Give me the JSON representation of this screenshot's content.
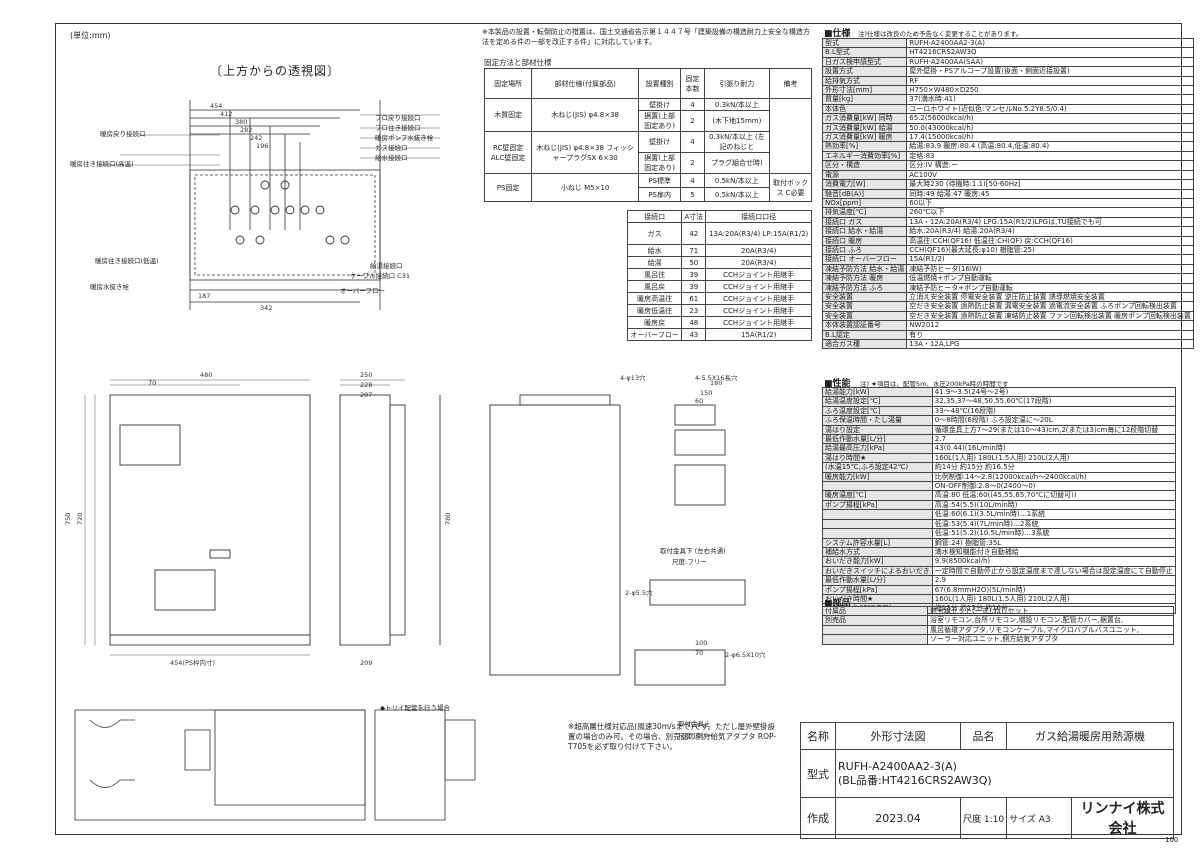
{
  "page": {
    "unit_note": "(単位:mm)",
    "page_number": "100",
    "notice": "※本製品の設置・転倒防止の措置は、国土交通省告示第１４４７号「建築設備の構造耐力上安全な構造方法を定める件の一部を改正する件」に対応しています。",
    "top_view_title": "〔上方からの透視図〕"
  },
  "fixing": {
    "title": "固定方法と部材仕様",
    "headers": [
      "固定場所",
      "部材仕様(付属部品)",
      "設置種別",
      "固定本数",
      "引張り耐力",
      "備考"
    ],
    "rows": [
      [
        "木質固定",
        "木ねじ(JIS) φ4.8×38",
        "壁掛け",
        "4",
        "0.3kN/本以上",
        ""
      ],
      [
        "",
        "",
        "据置(上部固定あり)",
        "2",
        "(木下地15mm)",
        ""
      ],
      [
        "RC壁固定 ALC壁固定",
        "木ねじ(JIS) φ4.8×38 フィッシャープラグSX 6×30",
        "壁掛け",
        "4",
        "0.3kN/本以上 (左記のねじと",
        ""
      ],
      [
        "",
        "",
        "据置(上部固定あり)",
        "2",
        "プラグ組合せ時)",
        ""
      ],
      [
        "PS固定",
        "小ねじ M5×10",
        "PS標準",
        "4",
        "0.5kN/本以上",
        "取付ボックス C必要"
      ],
      [
        "",
        "",
        "PS扉内",
        "5",
        "0.5kN/本以上",
        ""
      ]
    ]
  },
  "connections": {
    "headers": [
      "接続口",
      "A寸法",
      "接続口口径"
    ],
    "rows": [
      [
        "ガス",
        "42",
        "13A:20A(R3/4) LP:15A(R1/2)"
      ],
      [
        "給水",
        "71",
        "20A(R3/4)"
      ],
      [
        "給湯",
        "50",
        "20A(R3/4)"
      ],
      [
        "風呂往",
        "39",
        "CCHジョイント用継手"
      ],
      [
        "風呂戻",
        "39",
        "CCHジョイント用継手"
      ],
      [
        "暖房高温往",
        "61",
        "CCHジョイント用継手"
      ],
      [
        "暖房低温往",
        "23",
        "CCHジョイント用継手"
      ],
      [
        "暖房戻",
        "48",
        "CCHジョイント用継手"
      ],
      [
        "オーバーフロー",
        "43",
        "15A(R1/2)"
      ]
    ]
  },
  "spec": {
    "title": "■仕様",
    "note": "注)仕様は改良のため予告なく変更することがあります。",
    "rows": [
      [
        "型式",
        "RUFH-A2400AA2-3(A)"
      ],
      [
        "B.L型式",
        "HT4216CRS2AW3Q"
      ],
      [
        "日ガス検申請型式",
        "RUFH-A2400AA(SAA)"
      ],
      [
        "設置方式",
        "屋外壁掛・PSアルコーブ設置(後面・側面近接設置)"
      ],
      [
        "給排気方式",
        "RF"
      ],
      [
        "外形寸法[mm]",
        "H750×W480×D250"
      ],
      [
        "質量[kg]",
        "37(満水時:41)"
      ],
      [
        "本体色",
        "ユーロホワイト(近似色:マンセルNo.5.2Y8.5/0.4)"
      ],
      [
        "ガス消費量[kW] 同時",
        "65.2(56000kcal/h)"
      ],
      [
        "ガス消費量[kW] 給湯",
        "50.0(43000kcal/h)"
      ],
      [
        "ガス消費量[kW] 暖房",
        "17.4(15000kcal/h)"
      ],
      [
        "熱効率[%]",
        "給湯:83.9 暖房:80.4 (高温:80.4,低温:80.4)"
      ],
      [
        "エネルギー消費効率[%]",
        "定格:83"
      ],
      [
        "区分・構造",
        "区分:IV 構造:ー"
      ],
      [
        "電源",
        "AC100V"
      ],
      [
        "消費電力[W]",
        "最大時230 (待機時:1.1)[50-60Hz]"
      ],
      [
        "騒音[dB(A)]",
        "同時:49 給湯:47 暖房:45"
      ],
      [
        "NOx[ppm]",
        "60以下"
      ],
      [
        "排気温度[℃]",
        "260℃以下"
      ],
      [
        "接続口 ガス",
        "13A・12A:20A(R3/4) LPG:15A(R1/2)LPGは,TU接続でも可"
      ],
      [
        "接続口 給水・給湯",
        "給水:20A(R3/4) 給湯:20A(R3/4)"
      ],
      [
        "接続口 暖房",
        "高温往:CCH(QF16) 低温往:CH(QF) 戻:CCH(QF16)"
      ],
      [
        "接続口 ふろ",
        "CCH(QF16)(最大延長:φ10) 樹脂管:25)"
      ],
      [
        "接続口 オーバーフロー",
        "15A(R1/2)"
      ],
      [
        "凍結予防方法 給水・給湯",
        "凍結予防ヒータ(16IW)"
      ],
      [
        "凍結予防方法 暖房",
        "低温燃焼+ポンプ自動運転"
      ],
      [
        "凍結予防方法 ふろ",
        "凍結予防ヒータ+ポンプ自動運転"
      ],
      [
        "安全装置",
        "立消え安全装置 停電安全装置 逆圧防止装置 誘導燃焼安全装置"
      ],
      [
        "安全装置 ",
        "空だき安全装置 過熱防止装置 漏電安全装置 過電流安全装置 ふろポンプ回転検出装置"
      ],
      [
        "安全装置  ",
        "空だき安全装置 過熱防止装置 凍結防止装置 ファン回転検出装置 暖房ポンプ回転検出装置"
      ],
      [
        "本体装置認証番号",
        "NW2012"
      ],
      [
        "B.L認定",
        "有り"
      ],
      [
        "適合ガス種",
        "13A・12A,LPG"
      ]
    ]
  },
  "performance": {
    "title": "■性能",
    "note": "注) ★項目は、配管5m、水圧200kPa時の時間です",
    "rows": [
      [
        "給湯能力[kW]",
        "41.9〜3.5(24号〜2号)"
      ],
      [
        "給湯温度設定[℃]",
        "32,35,37〜48,50,55,60℃(17段階)"
      ],
      [
        "ふろ温度設定[℃]",
        "33〜48℃(16段階)"
      ],
      [
        "ふろ保温時間・たし湯量",
        "0〜8時間(6段階) ふろ設定温に〜20L"
      ],
      [
        "湯はり設定",
        "循環金具上方7〜29(または10〜43)cm,2(または3)cm毎に12段階切替"
      ],
      [
        "最低作動水量[L/分]",
        "2.7"
      ],
      [
        "給湯最高圧力[kPa]",
        "43(0.44)(16L/min時)"
      ],
      [
        "湯はり時間★",
        "160L(1人用) 180L(1.5人用) 210L(2人用)"
      ],
      [
        "(水温15℃,ふろ設定42℃)",
        "約14分 約15分 約16.5分"
      ],
      [
        "暖房能力[kW]",
        "比例制御:14〜2.8(12000kcal/h〜2400kcal/h)"
      ],
      [
        "",
        "ON-OFF制御:2.8〜0(2400〜0)"
      ],
      [
        "暖房温度[℃]",
        "高温:80 低温:60((45,55,65,70℃に切替可))"
      ],
      [
        "ポンプ揚程[kPa]",
        "高温:54(5.5)(10L/min時)"
      ],
      [
        "",
        "低温:60(6.1)(3.5L/min時)…1系統"
      ],
      [
        "",
        "低温:53(5.4)(7L/min時)…2系統"
      ],
      [
        "",
        "低温:51(5.2)(10.5L/min時)…3系統"
      ],
      [
        "システム許容水量[L]",
        "鋼管:24) 樹脂管:35L"
      ],
      [
        "補給水方式",
        "満水検知機能付き自動補給"
      ],
      [
        "おいだき能力[kW]",
        "9.9(8500kcal/h)"
      ],
      [
        "おいだきスイッチによるおいだき",
        "一定時間で自動停止から設定温度まで達しない場合は設定温度にて自動停止"
      ],
      [
        "最低作動水量[L/分]",
        "2.9"
      ],
      [
        "ポンプ揚程[kPa]",
        "67(6.8mmH2O)(5L/min時)"
      ],
      [
        "おいだき時間★",
        "160L(1人用) 180L(1.5人用) 210L(2人用)"
      ],
      [
        "(32℃から42℃まで)",
        "約13分 約15分 約16分"
      ]
    ]
  },
  "parts": {
    "title": "■部品",
    "rows": [
      [
        "付属品",
        "信号線セット(一式),ねじセット"
      ],
      [
        "別売品",
        "浴室リモコン,台所リモコン,増設リモコン,配管カバー,据置台,"
      ],
      [
        "",
        "風呂循環アダプタ,リモコンケーブル,マイクロバブルバスユニット,"
      ],
      [
        "",
        "ソーラー対応ユニット,側方給気アダプタ"
      ]
    ]
  },
  "title_block": {
    "name_label": "名称",
    "name_value": "外形寸法図",
    "product_label": "品名",
    "product_value": "ガス給湯暖房用熱源機",
    "model_label": "型式",
    "model_value": "RUFH-A2400AA2-3(A)",
    "bl_value": "(BL品番:HT4216CRS2AW3Q)",
    "made_label": "作成",
    "date": "2023.04",
    "scale_label": "尺度",
    "scale": "1:10",
    "size_label": "サイズ",
    "size": "A3",
    "company": "リンナイ株式会社"
  },
  "drawing_labels": {
    "top_labels": [
      "フロ戻り接続口",
      "フロ往き接続口",
      "暖房ポンプ水抜き栓",
      "ガス接続口",
      "給水接続口",
      "暖房戻り接続口",
      "暖房往き接続口(高温)",
      "給湯接続口",
      "暖房往き接続口(低温)",
      "暖房水抜き栓",
      "ケーブル接続口 C31",
      "オーバーフロー"
    ],
    "bracket_top": "取付金具下 (左右共通)",
    "bracket_scale": "尺度:フリー",
    "bracket_bottom": "取付金具上",
    "bracket_scale2": "尺度:フリー",
    "high_rise_note": "※超高層仕様対応品(風速30m/sまで)です。ただし屋外壁掛設置の場合のみ可。その場合、別売品の側方給気アダプタ ROP-T705を必ず取り付けて下さい。",
    "drain_note": "◆トリイ配管を行う場合"
  }
}
